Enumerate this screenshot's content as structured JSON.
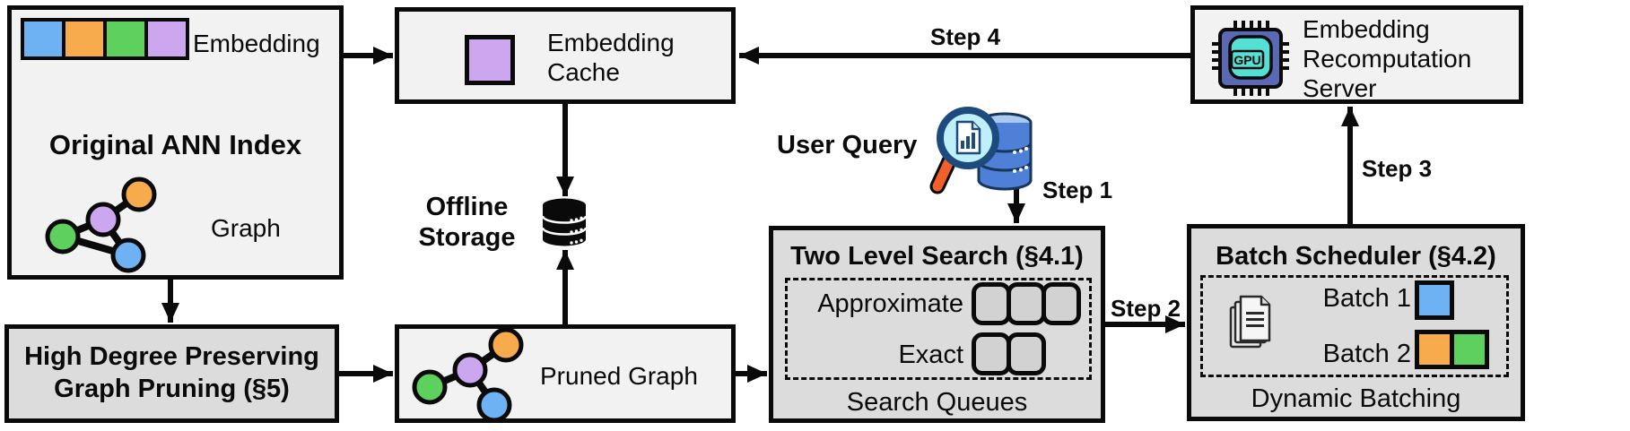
{
  "colors": {
    "blue": "#6eb2f3",
    "orange": "#f7ab4d",
    "green": "#5ed05e",
    "purple": "#cda6f0",
    "box_light": "#f2f2f2",
    "box_dark": "#dcdcdc",
    "slot_gray": "#d2d2d2",
    "chip_body": "#5b69b5",
    "chip_screen": "#54e0d4",
    "db_blue": "#4f80d8",
    "db_blue_top": "#abc8f0",
    "lens_fill": "#bfeffa",
    "lens_rim": "#1d4b7e",
    "handle_orange": "#f1602c"
  },
  "ann_index": {
    "embedding_label": "Embedding",
    "title": "Original ANN Index",
    "graph_label": "Graph"
  },
  "embedding_cache": {
    "title_lines": [
      "Embedding",
      "Cache"
    ]
  },
  "recomputation_server": {
    "title_lines": [
      "Embedding",
      "Recomputation",
      "Server"
    ],
    "chip_label": "GPU"
  },
  "offline_storage": {
    "label": "Offline Storage"
  },
  "user_query": {
    "label": "User Query"
  },
  "two_level_search": {
    "title": "Two Level Search (§4.1)",
    "approximate_label": "Approximate",
    "exact_label": "Exact",
    "approximate_queue_count": 3,
    "exact_queue_count": 2,
    "caption": "Search Queues"
  },
  "batch_scheduler": {
    "title": "Batch Scheduler (§4.2)",
    "batch1_label": "Batch 1",
    "batch2_label": "Batch 2",
    "caption": "Dynamic Batching"
  },
  "graph_pruning": {
    "title_lines": [
      "High Degree Preserving",
      "Graph Pruning (§5)"
    ]
  },
  "pruned_graph": {
    "label": "Pruned Graph"
  },
  "steps": {
    "step1": "Step 1",
    "step2": "Step 2",
    "step3": "Step 3",
    "step4": "Step 4"
  }
}
